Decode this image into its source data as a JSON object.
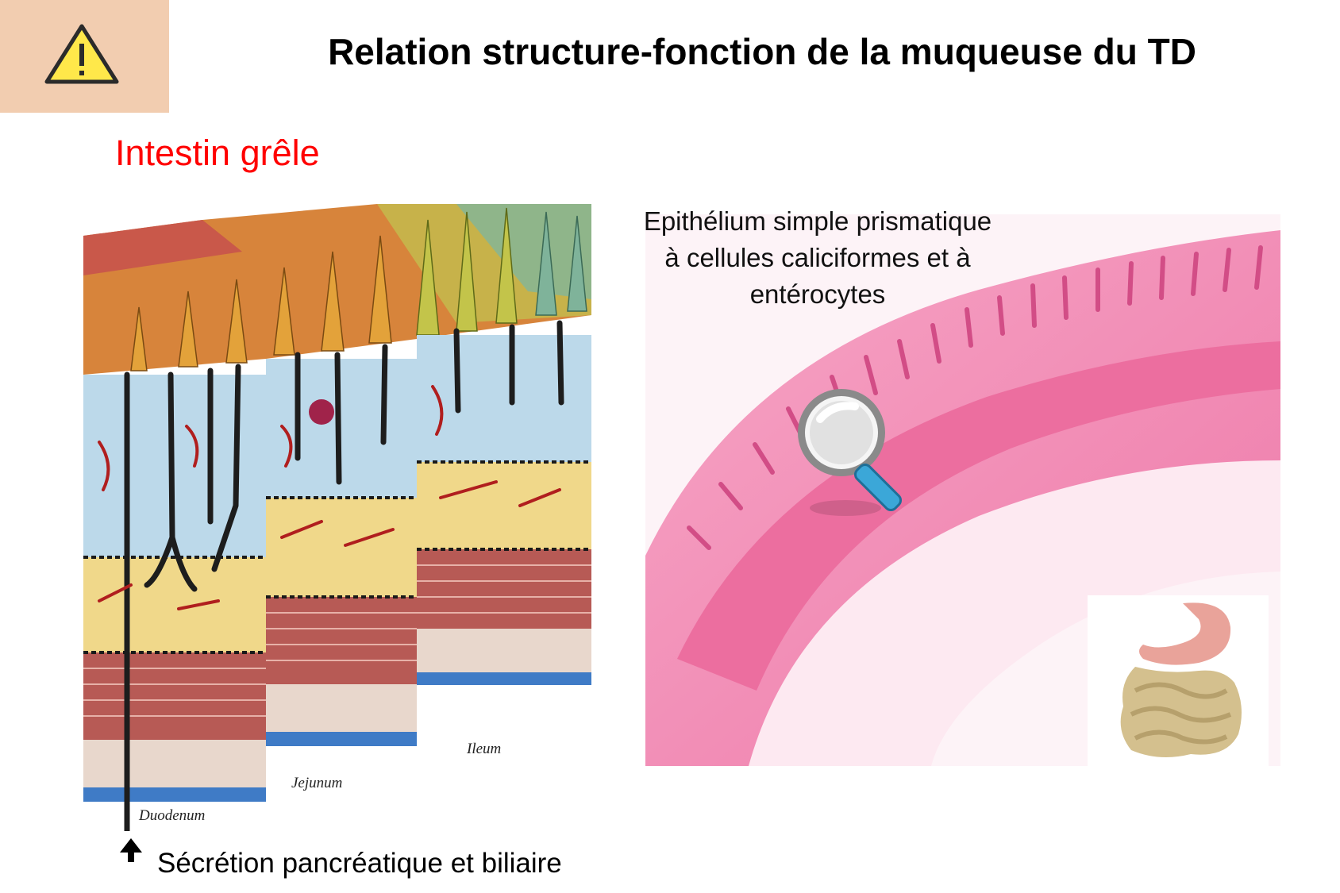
{
  "header": {
    "title": "Relation structure-fonction de la muqueuse du TD",
    "warning_icon": "warning-triangle-icon"
  },
  "section": {
    "title": "Intestin grêle"
  },
  "illustration": {
    "labels": {
      "duodenum": "Duodenum",
      "jejunum": "Jejunum",
      "ileum": "Ileum"
    },
    "secretion_label": "Sécrétion pancréatique et biliaire",
    "arrow_icon": "arrow-up-icon"
  },
  "histology": {
    "caption_line1": "Epithélium simple prismatique",
    "caption_line2": "à cellules caliciformes et à",
    "caption_line3": "entérocytes",
    "magnifier_icon": "magnifier-icon"
  },
  "colors": {
    "warning_bg": "#f2cdb0",
    "section_title": "#ff0000",
    "warning_yellow": "#ffe84a",
    "histology_pink": "#f06aa0"
  }
}
